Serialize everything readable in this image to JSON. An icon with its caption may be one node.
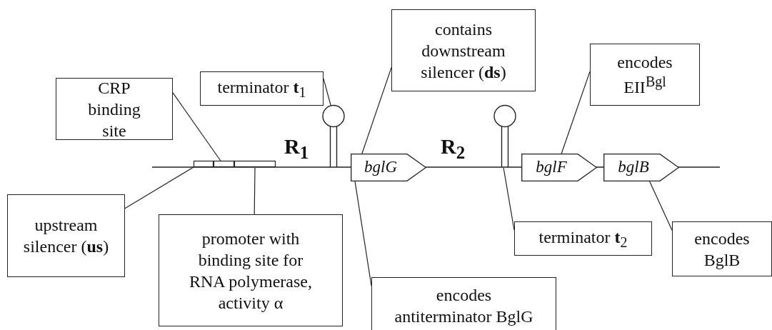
{
  "diagram": {
    "nodes": [
      {
        "text": [
          "CRP binding site"
        ]
      },
      {
        "text": [
          "terminator **t**$_{1}$"
        ]
      },
      {
        "text": [
          "contains downstream silencer (**ds**)"
        ]
      },
      {
        "text": [
          "encodes EII$^{Bgl}$"
        ]
      },
      {
        "text": [
          "upstream silencer (**us**)"
        ]
      },
      {
        "text": [
          "promoter with binding site for RNA polymerase, activity α"
        ]
      },
      {
        "text": [
          "encodes antiterminator BglG"
        ]
      },
      {
        "text": [
          "terminator **t**$_{2}$"
        ]
      },
      {
        "text": [
          "encodes BglB"
        ]
      },
      {
        "text": [],
        "shape": "box"
      },
      {
        "text": [],
        "shape": "box"
      },
      {
        "text": [],
        "shape": "box"
      },
      {
        "text": [],
        "shape": "hairpin"
      },
      {
        "text": [
          "*bglG*"
        ]
      },
      {
        "text": [],
        "shape": "hairpin"
      },
      {
        "text": [
          "*bglF*"
        ]
      },
      {
        "text": [
          "*bglB*"
        ]
      }
    ],
    "edges": [
      {
        "from": 0,
        "to": 10,
        "arrow": "none"
      },
      {
        "from": 1,
        "to": 12,
        "arrow": "none"
      },
      {
        "from": 2,
        "to": 13,
        "arrow": "none"
      },
      {
        "from": 3,
        "to": 15,
        "arrow": "none"
      },
      {
        "from": 4,
        "to": 9,
        "arrow": "none"
      },
      {
        "from": 5,
        "to": 11,
        "arrow": "none"
      },
      {
        "from": 6,
        "to": 13,
        "arrow": "none"
      },
      {
        "from": 7,
        "to": 14,
        "arrow": "none"
      },
      {
        "from": 8,
        "to": 16,
        "arrow": "none"
      }
    ],
    "labels": [
      "R$_{1}$",
      "R$_{2}$"
    ]
  }
}
